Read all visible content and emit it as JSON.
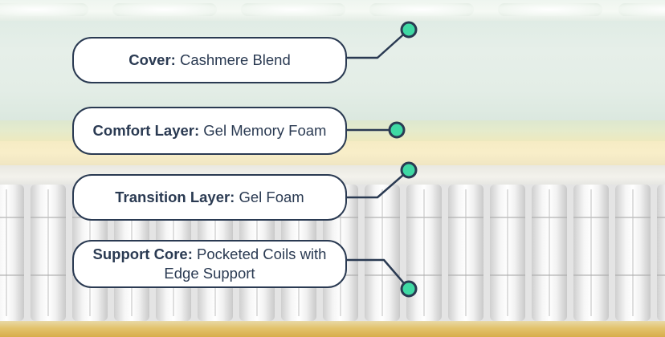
{
  "callouts": [
    {
      "term": "Cover:",
      "detail": "Cashmere Blend"
    },
    {
      "term": "Comfort Layer:",
      "detail": "Gel Memory Foam"
    },
    {
      "term": "Transition Layer:",
      "detail": "Gel Foam"
    },
    {
      "term": "Support Core:",
      "detail": "Pocketed Coils with Edge Support"
    }
  ],
  "colors": {
    "label_border": "#2a3a52",
    "label_text": "#2a3a52",
    "marker_fill": "#3fd9a4",
    "marker_ring": "#2a3a52"
  },
  "icons": {
    "marker": "teal-dot-marker-icon"
  }
}
